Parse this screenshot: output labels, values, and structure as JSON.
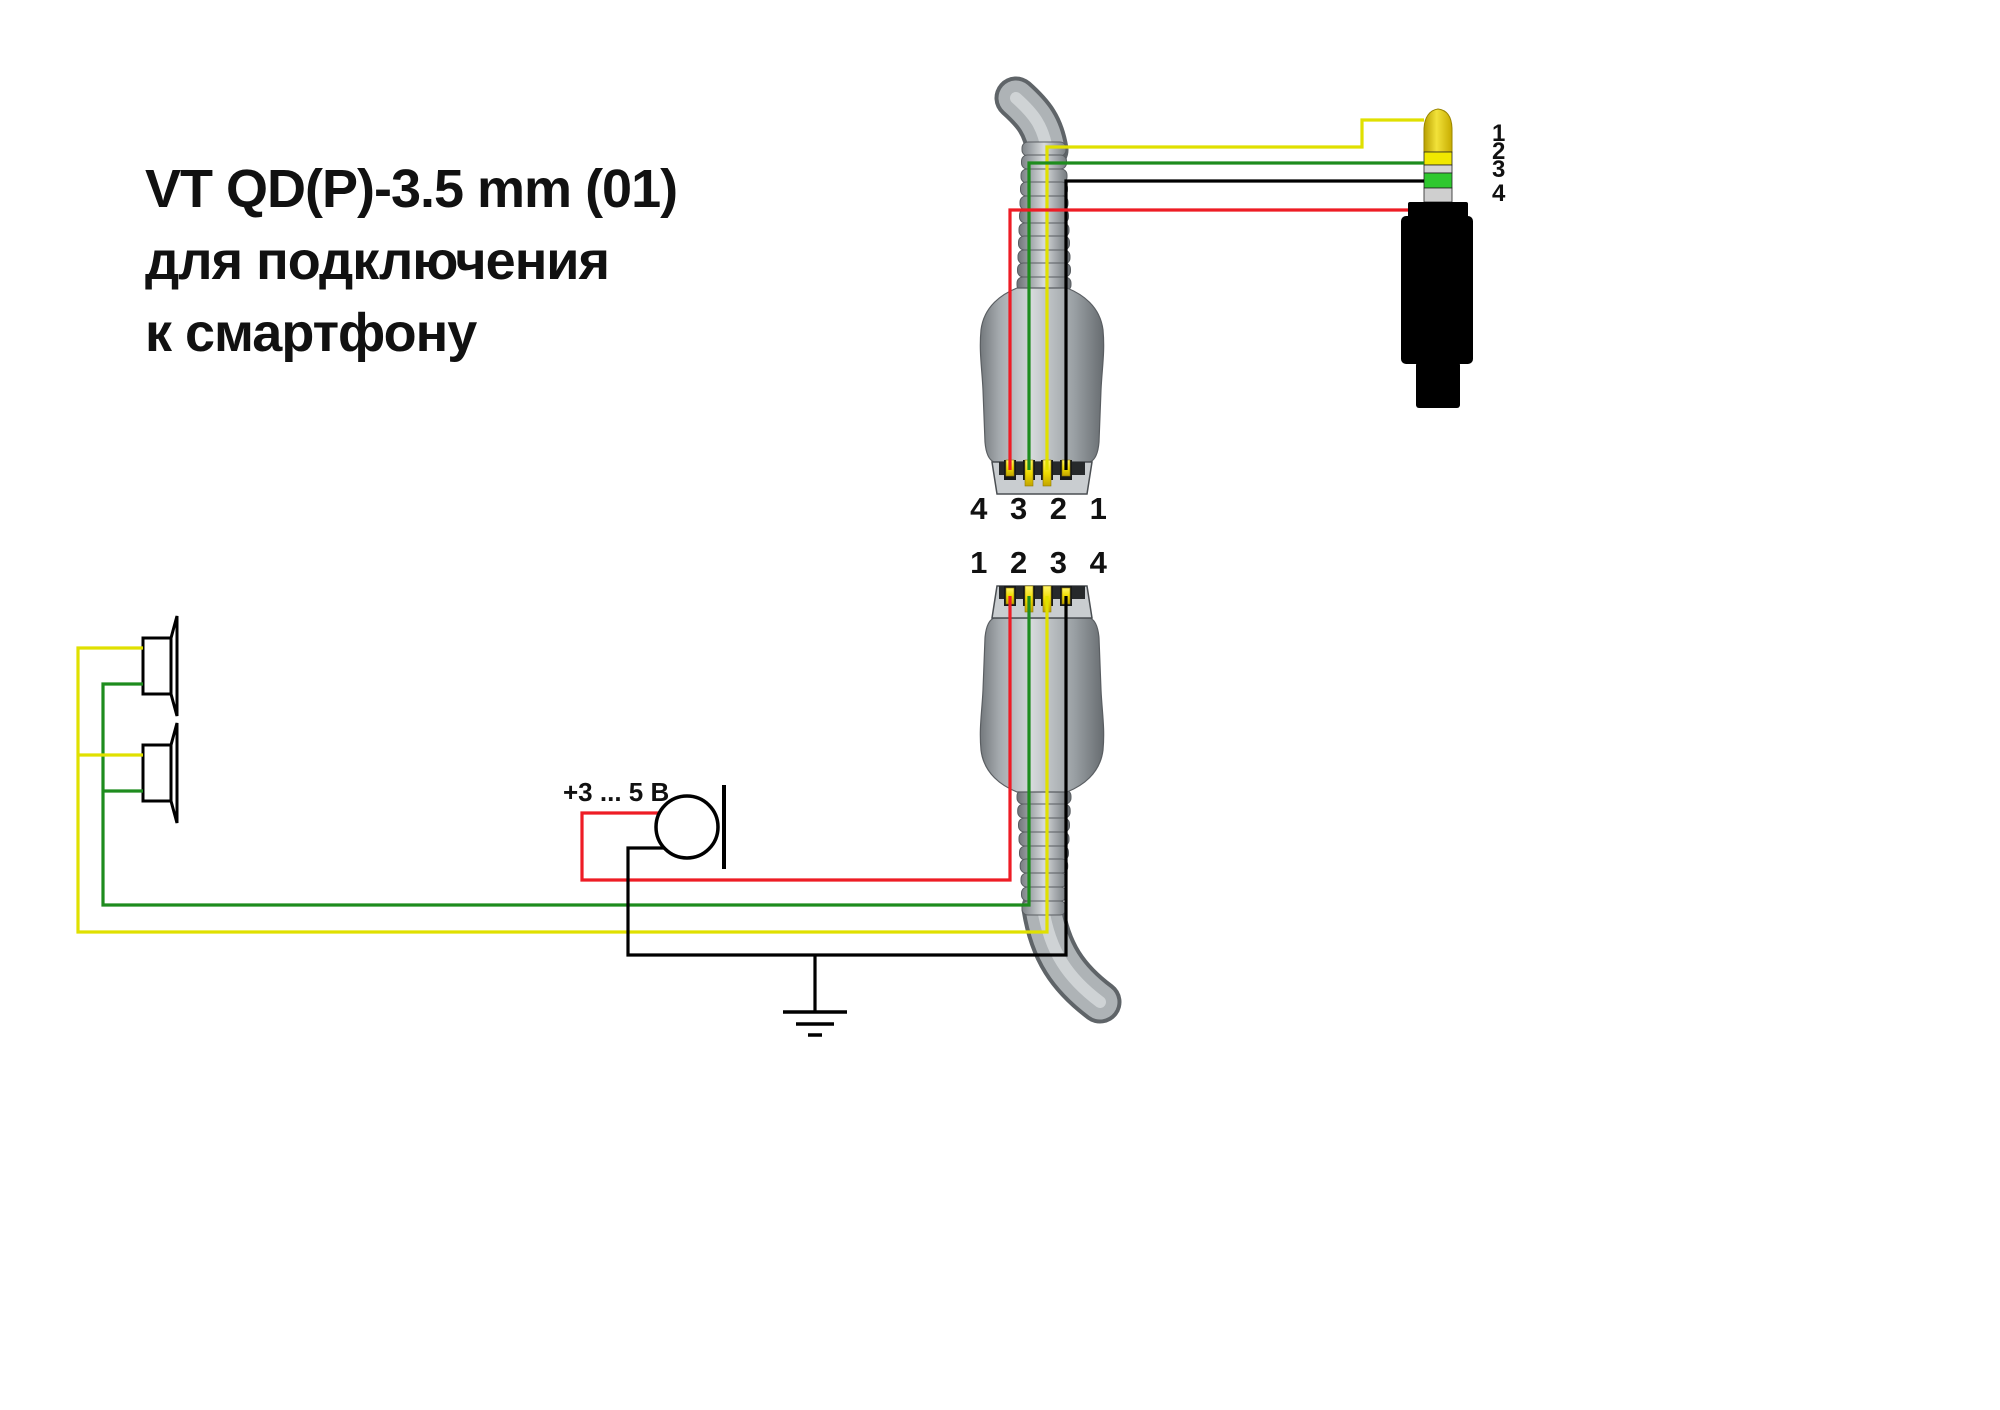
{
  "title": {
    "line1": "VT QD(P)-3.5 mm (01)",
    "line2": "для подключения",
    "line3": "к смартфону"
  },
  "labels": {
    "mic_voltage": "+3 ... 5 В",
    "top_connector_pins": "4 3 2 1",
    "bottom_connector_pins": "1 2 3 4"
  },
  "jack": {
    "pins": [
      "1",
      "2",
      "3",
      "4"
    ]
  },
  "colors": {
    "wire_yellow": "#e0e000",
    "wire_green": "#1e8c1e",
    "wire_red": "#ee1c25",
    "wire_black": "#000000",
    "jack_tip_gold": "#e8d400",
    "jack_band_yellow": "#f0e800",
    "jack_band_green": "#2fc82f",
    "jack_body_black": "#000000",
    "connector_gray": "#a9aeb2"
  }
}
